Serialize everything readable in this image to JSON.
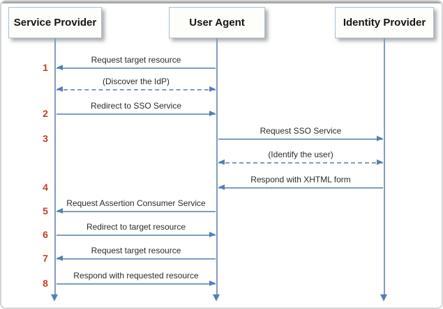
{
  "diagram": {
    "type": "sequence-diagram",
    "actors": [
      {
        "id": "service-provider",
        "label": "Service Provider"
      },
      {
        "id": "user-agent",
        "label": "User Agent"
      },
      {
        "id": "identity-provider",
        "label": "Identity Provider"
      }
    ],
    "messages": [
      {
        "step": "1",
        "label": "Request target resource",
        "from": "user-agent",
        "to": "service-provider",
        "line": "solid",
        "bidirectional": false
      },
      {
        "step": "",
        "label": "(Discover the IdP)",
        "from": "service-provider",
        "to": "user-agent",
        "line": "dashed",
        "bidirectional": true
      },
      {
        "step": "2",
        "label": "Redirect to SSO Service",
        "from": "service-provider",
        "to": "user-agent",
        "line": "solid",
        "bidirectional": false
      },
      {
        "step": "3",
        "label": "Request SSO Service",
        "from": "user-agent",
        "to": "identity-provider",
        "line": "solid",
        "bidirectional": false
      },
      {
        "step": "",
        "label": "(Identify the user)",
        "from": "user-agent",
        "to": "identity-provider",
        "line": "dashed",
        "bidirectional": true
      },
      {
        "step": "4",
        "label": "Respond with XHTML form",
        "from": "identity-provider",
        "to": "user-agent",
        "line": "solid",
        "bidirectional": false
      },
      {
        "step": "5",
        "label": "Request Assertion Consumer Service",
        "from": "user-agent",
        "to": "service-provider",
        "line": "solid",
        "bidirectional": false
      },
      {
        "step": "6",
        "label": "Redirect to target resource",
        "from": "service-provider",
        "to": "user-agent",
        "line": "solid",
        "bidirectional": false
      },
      {
        "step": "7",
        "label": "Request target resource",
        "from": "user-agent",
        "to": "service-provider",
        "line": "solid",
        "bidirectional": false
      },
      {
        "step": "8",
        "label": "Respond with requested resource",
        "from": "service-provider",
        "to": "user-agent",
        "line": "solid",
        "bidirectional": false
      }
    ],
    "colors": {
      "lifeline": "#7d9cc4",
      "arrow": "#5580b4",
      "step_number": "#c43b27",
      "actor_border": "#a7c0da",
      "actor_background": "#fdfdf9",
      "actor_text": "#141414",
      "label_text": "#2a2a2a"
    }
  }
}
